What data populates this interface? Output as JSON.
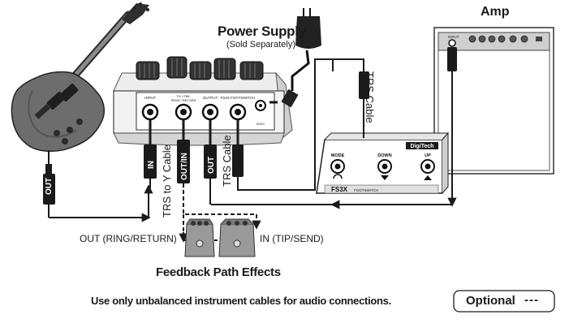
{
  "labels": {
    "power_supply_title": "Power Supply",
    "power_supply_sub": "(Sold Separately)",
    "amp": "Amp",
    "trs_cable_upper": "TRS Cable",
    "trs_cable_lower": "TRS Cable",
    "trs_to_y_cable": "TRS to Y Cable",
    "in_plug": "IN",
    "out_in_plug": "OUT/IN",
    "out_plug": "OUT",
    "guitar_out_plug": "OUT",
    "out_ring_return": "OUT (RING/RETURN)",
    "in_tip_send": "IN (TIP/SEND)",
    "feedback_path_effects": "Feedback Path Effects",
    "footnote": "Use only unbalanced instrument cables for audio connections.",
    "optional": "Optional",
    "optional_dash": "---"
  },
  "pedal_jacks": {
    "input": "INPUT",
    "fx_loop": "FX / FBK\nSEND / RETURN",
    "output": "OUTPUT",
    "fs": "FS3X FOOTSWITCH",
    "dc": "9VDC"
  },
  "footswitch": {
    "brand": "DigiTech",
    "model": "FS3X",
    "model_sub": "FOOTSWITCH",
    "buttons": [
      "MODE",
      "DOWN",
      "UP"
    ]
  },
  "amp_panel_label": "INPUT",
  "colors": {
    "ink": "#1a1a1a",
    "pedal_body": "#e6e6e6",
    "guitar_body": "#6d6d6d",
    "guitar_dark": "#3a3a3a",
    "amp_panel": "#d9d9d9",
    "effect_pedal": "#9a9a9a"
  },
  "icons": [
    "guitar-icon",
    "power-adapter-icon",
    "amp-icon",
    "footswitch-icon",
    "effect-pedal-icon"
  ]
}
